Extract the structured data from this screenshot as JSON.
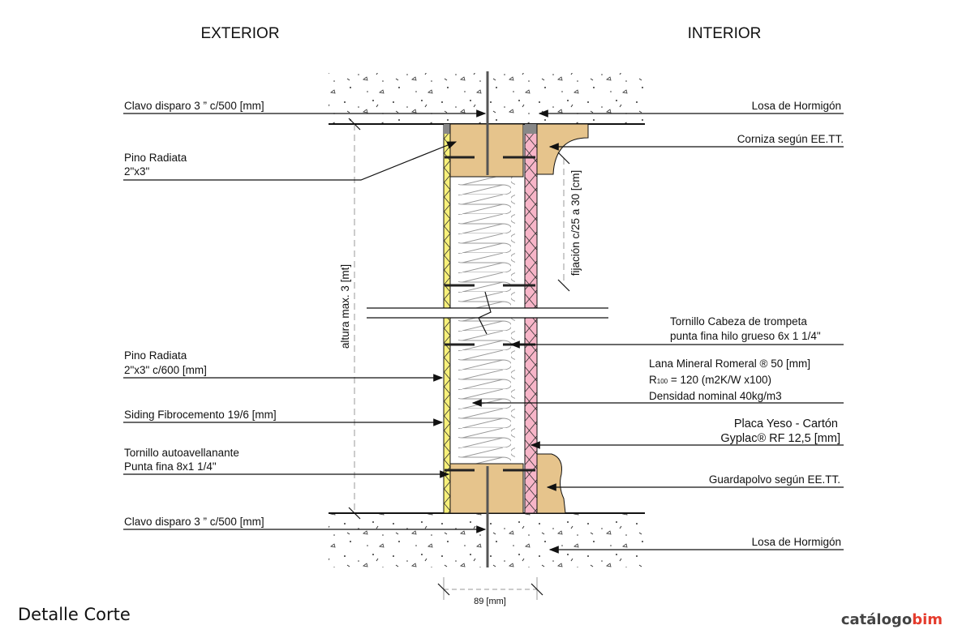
{
  "headers": {
    "exterior": "EXTERIOR",
    "interior": "INTERIOR"
  },
  "title": "Detalle Corte",
  "logo": {
    "part1": "catálogo",
    "part2": "bim"
  },
  "labels_left": {
    "clavo_top": "Clavo disparo 3 ” c/500 [mm]",
    "pino1_l1": "Pino Radiata",
    "pino1_l2": "2\"x3\"",
    "pino2_l1": "Pino Radiata",
    "pino2_l2": "2\"x3\" c/600 [mm]",
    "siding": "Siding Fibrocemento 19/6 [mm]",
    "tornillo_l1": "Tornillo autoavellanante",
    "tornillo_l2": "Punta fina 8x1 1/4\"",
    "clavo_bottom": "Clavo disparo 3 ” c/500 [mm]"
  },
  "labels_right": {
    "losa_top": "Losa de Hormigón",
    "corniza": "Corniza según EE.TT.",
    "tornillo_l1": "Tornillo  Cabeza de trompeta",
    "tornillo_l2": "punta fina hilo grueso 6x 1 1/4\"",
    "lana_l1": "Lana Mineral Romeral  ® 50 [mm]",
    "lana_l2_R": "R",
    "lana_l2_sub": "100",
    "lana_l2_rest": " = 120 (m2K/W x100)",
    "lana_l3": "Densidad nominal 40kg/m3",
    "placa_l1": "Placa Yeso - Cartón",
    "placa_l2": "Gyplac® RF 12,5 [mm]",
    "guardapolvo": "Guardapolvo según EE.TT.",
    "losa_bottom": "Losa de Hormigón"
  },
  "dimensions": {
    "altura": "altura max. 3 [mt]",
    "fijacion": "fijación c/25 a 30 [cm]",
    "espesor": "89 [mm]"
  },
  "colors": {
    "wood": "#e6c48c",
    "siding": "#f7f07a",
    "gypsum": "#f7b5c8",
    "logo_accent": "#e53b2c"
  }
}
